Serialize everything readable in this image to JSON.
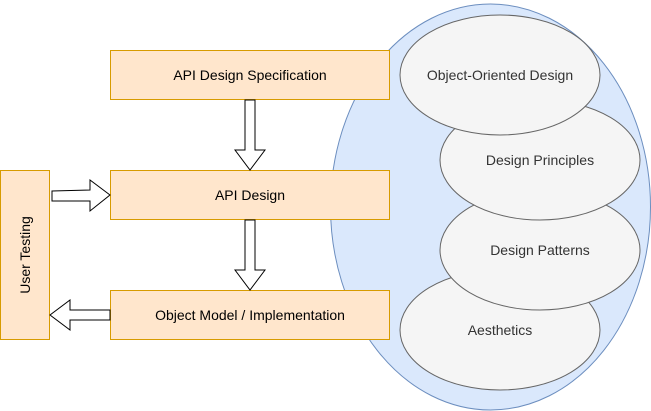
{
  "colors": {
    "box_fill": "#ffe6cc",
    "box_stroke": "#d79b00",
    "cloud_fill": "#dae8fc",
    "cloud_stroke": "#6c8ebf",
    "ellipse_fill": "#f5f5f5",
    "ellipse_stroke": "#666666",
    "arrow_fill": "#ffffff",
    "arrow_stroke": "#000000"
  },
  "boxes": {
    "spec": "API Design Specification",
    "design": "API Design",
    "implementation": "Object Model / Implementation",
    "user_testing": "User Testing"
  },
  "knowledge": {
    "oo_design": "Object-Oriented Design",
    "principles": "Design Principles",
    "patterns": "Design Patterns",
    "aesthetics": "Aesthetics"
  },
  "arrows": {
    "spec_to_design": "block-arrow-down",
    "design_to_implementation": "block-arrow-down",
    "user_testing_to_design": "block-arrow-right",
    "implementation_to_user_testing": "block-arrow-left"
  }
}
